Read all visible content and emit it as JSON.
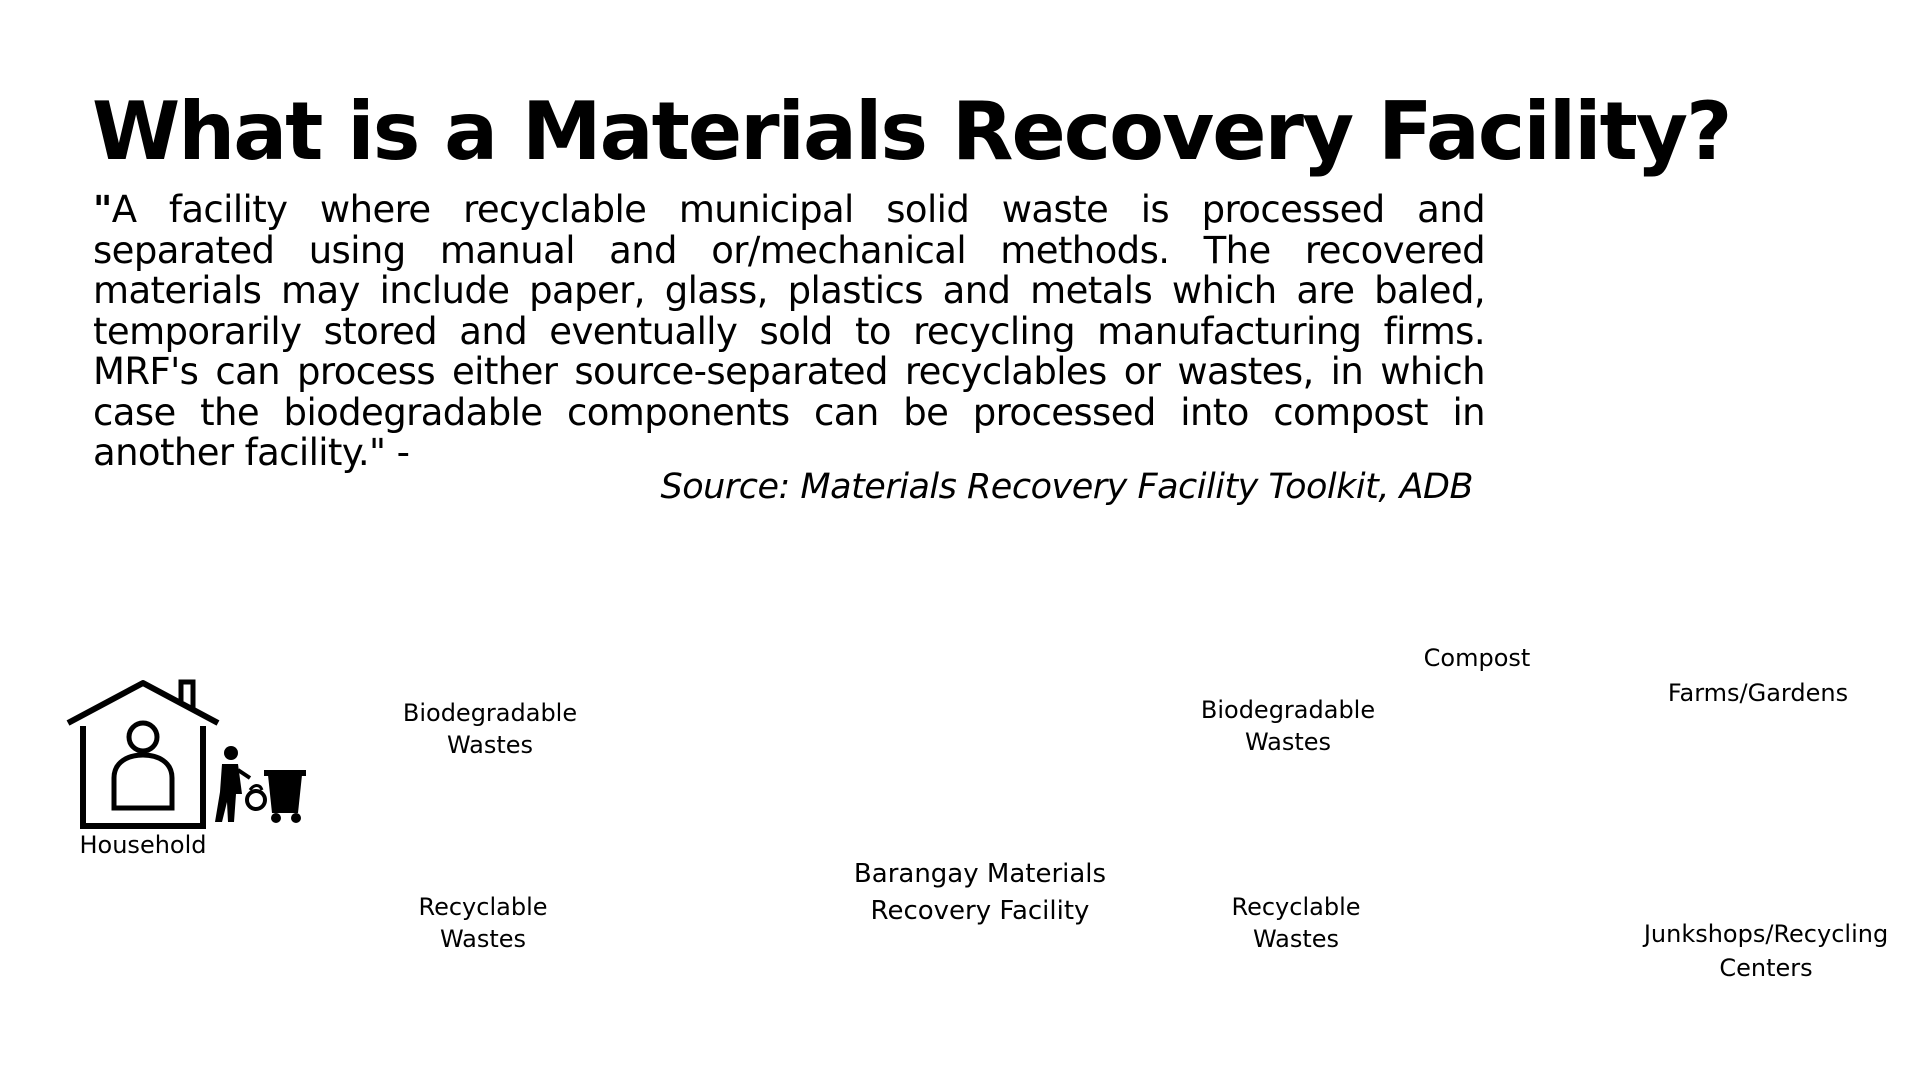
{
  "title": "What is a Materials Recovery Facility?",
  "definition": {
    "open_quote": "\"",
    "text": "A facility where recyclable municipal solid waste is processed and separated using manual and or/mechanical methods. The recovered materials may include paper, glass, plastics and metals which are baled, temporarily stored and eventually sold to recycling manufacturing firms. MRF's can process either source-separated recyclables or wastes, in which case the biodegradable components can be processed into compost in another facility.\"  -"
  },
  "source": "Source: Materials Recovery Facility Toolkit, ADB",
  "diagram": {
    "household": "Household",
    "bio_left": [
      "Biodegradable",
      "Wastes"
    ],
    "rec_left": [
      "Recyclable",
      "Wastes"
    ],
    "mrf": [
      "Barangay Materials",
      "Recovery Facility"
    ],
    "bio_right": [
      "Biodegradable",
      "Wastes"
    ],
    "rec_right": [
      "Recyclable",
      "Wastes"
    ],
    "compost": "Compost",
    "farms": "Farms/Gardens",
    "junkshops": [
      "Junkshops/Recycling",
      "Centers"
    ]
  },
  "icons": [
    "house-person-icon",
    "person-with-trash-cart-icon",
    "food-scraps-icon",
    "plastic-bottles-icon",
    "delivery-truck-icon",
    "facility-house-icon",
    "farmer-barn-icon",
    "recycling-factory-icon",
    "recycle-symbol-icon"
  ],
  "colors": {
    "ink": "#000000",
    "truck": "#1f2230",
    "background": "#ffffff"
  }
}
